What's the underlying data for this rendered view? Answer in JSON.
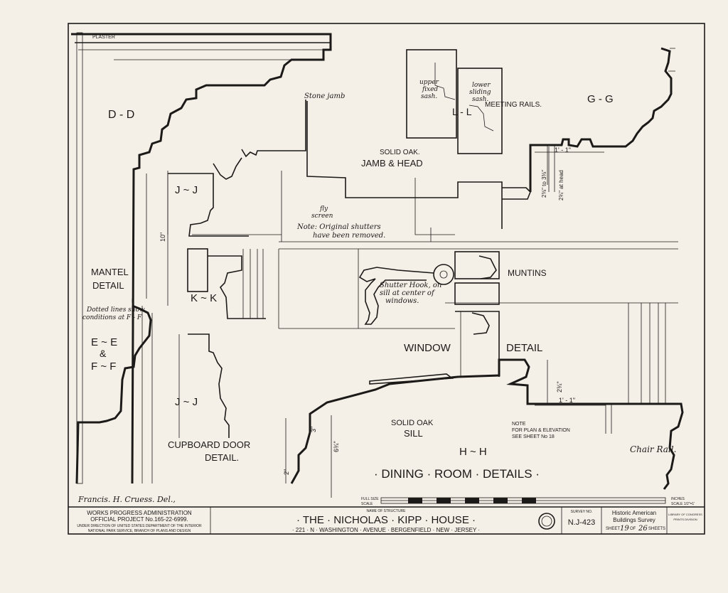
{
  "sections": {
    "plaster": "PLASTER",
    "stone_jamb": "Stone jamb",
    "dd": "D - D",
    "jj_top": "J ~ J",
    "kk": "K ~ K",
    "jj_bottom": "J ~ J",
    "mantel_detail_1": "MANTEL",
    "mantel_detail_2": "DETAIL",
    "dotted_note_1": "Dotted lines show",
    "dotted_note_2": "conditions at F - F",
    "ee": "E ~ E",
    "amp": "&",
    "ff": "F ~ F",
    "cupboard_1": "CUPBOARD DOOR",
    "cupboard_2": "DETAIL.",
    "dim_10": "10\"",
    "upper_sash_1": "upper",
    "upper_sash_2": "fixed",
    "upper_sash_3": "sash.",
    "ll": "L - L",
    "lower_sash_1": "lower",
    "lower_sash_2": "sliding",
    "lower_sash_3": "sash.",
    "meeting_rails": "MEETING RAILS.",
    "gg": "G - G",
    "solid_oak": "SOLID OAK.",
    "jamb_head": "JAMB & HEAD",
    "fly_screen_1": "fly",
    "fly_screen_2": "screen",
    "note_shutters_1": "Note: Original shutters",
    "note_shutters_2": "have been removed.",
    "shutter_hook_1": "Shutter Hook, on",
    "shutter_hook_2": "sill at center of",
    "shutter_hook_3": "windows.",
    "muntins": "MUNTINS",
    "window": "WINDOW",
    "detail": "DETAIL",
    "dim_1_1_top": "1' - 1\"",
    "dim_1_1_bottom": "1' - 1\"",
    "dim_2_38": "2⅜\" to 3⅜\"",
    "dim_2_34": "2¾\" at head",
    "dim_2_34_b": "2¾\"",
    "dim_3": "3\"",
    "dim_6_34": "6¾\"",
    "dim_2": "2\"",
    "solid_oak_sill_1": "SOLID OAK",
    "solid_oak_sill_2": "SILL",
    "note_plan_1": "NOTE",
    "note_plan_2": "FOR PLAN & ELEVATION",
    "note_plan_3": "SEE SHEET No 18",
    "hh": "H ~ H",
    "chair_rail": "Chair Rail.",
    "dining_room": "· DINING · ROOM · DETAILS ·",
    "delineator": "Francis. H. Cruess. Del.,"
  },
  "scale": {
    "left_label_1": "FULL SIZE",
    "left_label_2": "SCALE",
    "right_label_1": "INCHES",
    "right_label_2": "SCALE 1/2\"=1'"
  },
  "title_block": {
    "wpa_1": "WORKS PROGRESS ADMINISTRATION",
    "wpa_2": "OFFICIAL PROJECT No.165-22-6999.",
    "wpa_3": "UNDER DIRECTION OF UNITED STATES DEPARTMENT OF THE INTERIOR",
    "wpa_4": "NATIONAL PARK SERVICE, BRANCH OF PLANS AND DESIGN",
    "name_caption": "NAME OF STRUCTURE",
    "structure": "· THE · NICHOLAS · KIPP · HOUSE ·",
    "address": "· 221 · N · WASHINGTON · AVENUE · BERGENFIELD · NEW · JERSEY ·",
    "survey_caption": "SURVEY NO.",
    "survey_no": "N.J-423",
    "habs_1": "Historic American",
    "habs_2": "Buildings Survey",
    "sheet_word": "SHEET",
    "sheet_no": "19",
    "of_word": "OF",
    "sheet_total": "26",
    "sheets_word": "SHEETS",
    "stamp_1": "LIBRARY OF CONGRESS",
    "stamp_2": "PRINTS DIVISION"
  }
}
